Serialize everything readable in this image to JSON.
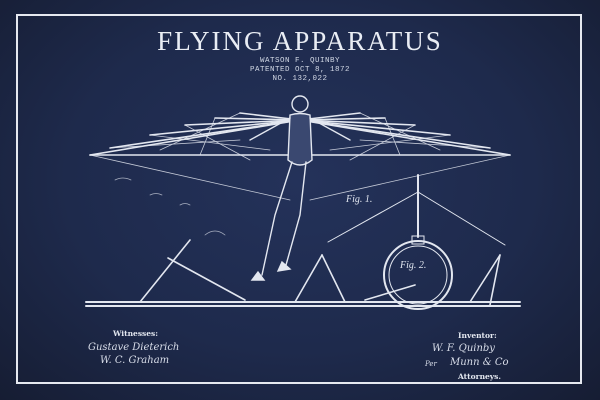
{
  "title": "FLYING APPARATUS",
  "inventor_name": "WATSON F. QUINBY",
  "patent_date": "PATENTED OCT 8, 1872",
  "patent_number": "NO. 132,022",
  "figures": {
    "fig1": "Fig. 1.",
    "fig2": "Fig. 2."
  },
  "witnesses": {
    "heading": "Witnesses:",
    "signature_1": "Gustave Dieterich",
    "signature_2": "W. C. Graham"
  },
  "inventor_block": {
    "heading": "Inventor:",
    "signature": "W. F. Quinby",
    "per": "Per",
    "attorney_signature": "Munn & Co",
    "attorney_heading": "Attorneys."
  },
  "colors": {
    "background": "#1e2a4c",
    "line": "#e6e9f0"
  }
}
